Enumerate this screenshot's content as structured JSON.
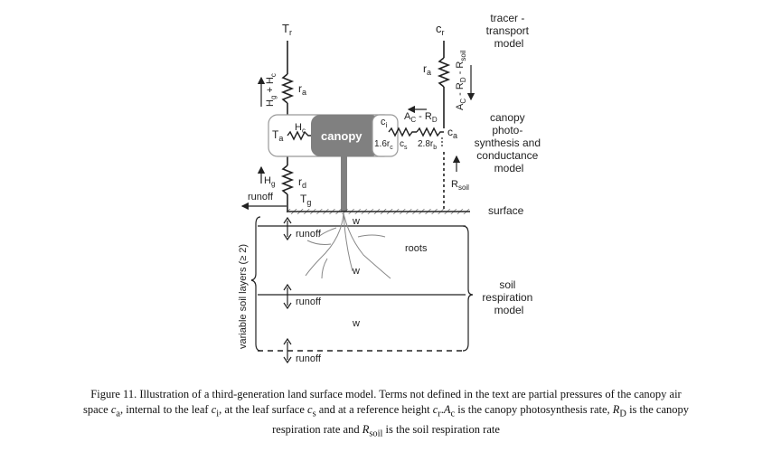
{
  "labels": {
    "tr": "T",
    "tr_sub": "r",
    "cr": "c",
    "cr_sub": "r",
    "ra_left": "r",
    "ra_left_sub": "a",
    "ra_right": "r",
    "ra_right_sub": "a",
    "hg_hc": "H",
    "hg_hc_sub1": "g",
    "hg_hc_plus": " + H",
    "hg_hc_sub2": "c",
    "ac_rd_rsoil": "A",
    "ac_rd_rsoil_sub1": "C",
    "ac_rd_rsoil_mid": " - R",
    "ac_rd_rsoil_sub2": "D",
    "ac_rd_rsoil_end": " - R",
    "ac_rd_rsoil_sub3": "soil",
    "hc": "H",
    "hc_sub": "c",
    "ta": "T",
    "ta_sub": "a",
    "canopy": "canopy",
    "ci": "c",
    "ci_sub": "i",
    "ac_rd": "A",
    "ac_rd_sub1": "C",
    "ac_rd_mid": " - R",
    "ac_rd_sub2": "D",
    "ca": "c",
    "ca_sub": "a",
    "rc_coef": "1.6r",
    "rc_sub": "c",
    "cs": "c",
    "cs_sub": "s",
    "rb_coef": "2.8r",
    "rb_sub": "b",
    "hg": "H",
    "hg_sub": "g",
    "rd": "r",
    "rd_sub": "d",
    "runoff_surface": "runoff",
    "tg": "T",
    "tg_sub": "g",
    "rsoil": "R",
    "rsoil_sub": "soil",
    "surface": "surface",
    "w1": "w",
    "w2": "w",
    "w3": "w",
    "runoff1": "runoff",
    "runoff2": "runoff",
    "runoff3": "runoff",
    "roots": "roots",
    "soil_layers": "variable soil layers (≥ 2)",
    "tracer_model": [
      "tracer -",
      "transport",
      "model"
    ],
    "canopy_model": [
      "canopy",
      "photo-",
      "synthesis and",
      "conductance",
      "model"
    ],
    "soil_model": [
      "soil",
      "respiration",
      "model"
    ]
  },
  "caption": {
    "line1": "Figure 11. Illustration of a third-generation land surface model. Terms not defined in the text are partial pressures of the canopy air",
    "line2_a": "space ",
    "line2_ca": "c",
    "line2_ca_sub": "a",
    "line2_b": ", internal to the leaf ",
    "line2_ci": "c",
    "line2_ci_sub": "i",
    "line2_c": ", at the leaf surface ",
    "line2_cs": "c",
    "line2_cs_sub": "s",
    "line2_d": " and at a reference height ",
    "line2_cr": "c",
    "line2_cr_sub": "r",
    "line2_e": ".",
    "line2_ac": "A",
    "line2_ac_sub": "c",
    "line2_f": " is the canopy photosynthesis rate, ",
    "line2_rd": "R",
    "line2_rd_sub": "D",
    "line2_g": " is the canopy",
    "line3_a": "respiration rate and ",
    "line3_rsoil": "R",
    "line3_rsoil_sub": "soil",
    "line3_b": " is the soil respiration rate"
  },
  "colors": {
    "canopy_fill": "#808080",
    "line": "#222222",
    "surface_hatch": "#555555"
  }
}
